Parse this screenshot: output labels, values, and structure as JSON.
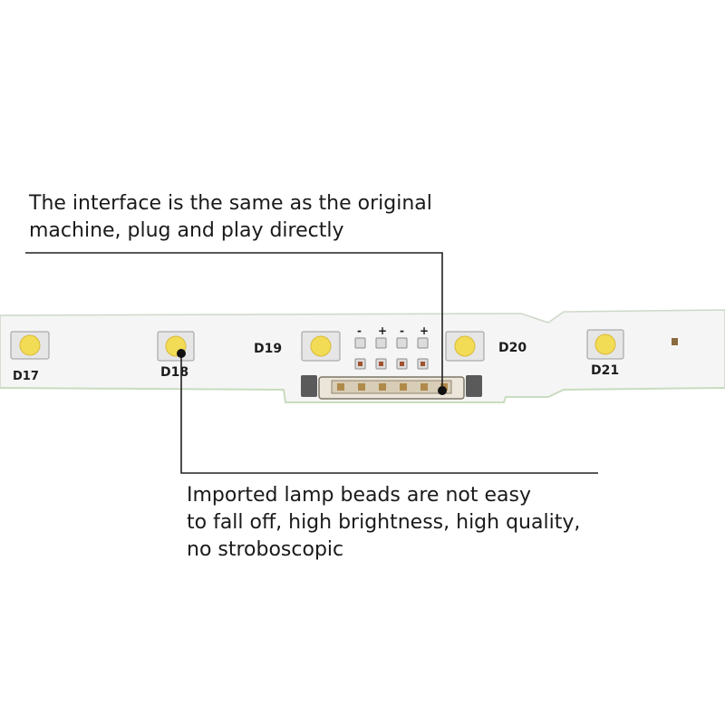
{
  "callouts": {
    "interface": {
      "line1": "The interface is the same as the original",
      "line2": "machine, plug and play directly"
    },
    "beads": {
      "line1": "Imported lamp beads are not easy",
      "line2": "to fall off, high brightness, high quality,",
      "line3": "no stroboscopic"
    }
  },
  "board": {
    "led_labels": [
      "D17",
      "D18",
      "D19",
      "D20",
      "D21"
    ],
    "pin_marks": [
      "-",
      "+",
      "-",
      "+"
    ]
  },
  "colors": {
    "board": "#f5f5f5",
    "board_edge": "#cfd8cf",
    "led_yellow": "#f3dc55",
    "text": "#1a1a1a",
    "leader_line": "#222222"
  }
}
